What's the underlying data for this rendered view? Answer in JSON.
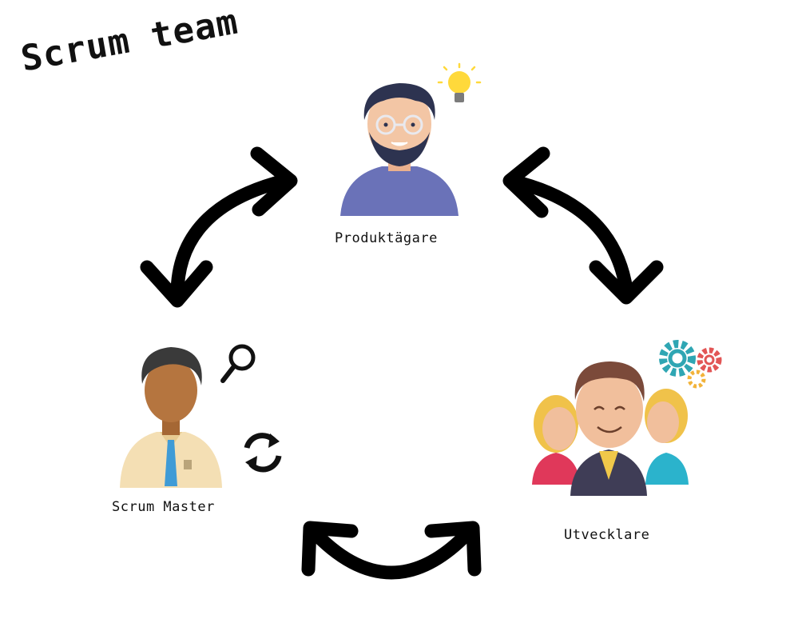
{
  "diagram": {
    "title": "Scrum team",
    "roles": {
      "product_owner": "Produktägare",
      "scrum_master": "Scrum Master",
      "developers": "Utvecklare"
    }
  },
  "colors": {
    "arrow": "#000000",
    "shirt_product_owner": "#6a72b8",
    "hair_dark": "#2d3350",
    "skin_light": "#f1c7a4",
    "skin_dark": "#b5753f",
    "shirt_scrum_master": "#f4dfb4",
    "tie": "#3f9bd6",
    "bulb": "#ffd93b",
    "gear_teal": "#2fa6b3",
    "gear_red": "#e25555",
    "gear_yellow": "#f2b33a"
  },
  "icons": [
    "lightbulb-icon",
    "magnifier-icon",
    "refresh-icon",
    "gears-icon"
  ]
}
